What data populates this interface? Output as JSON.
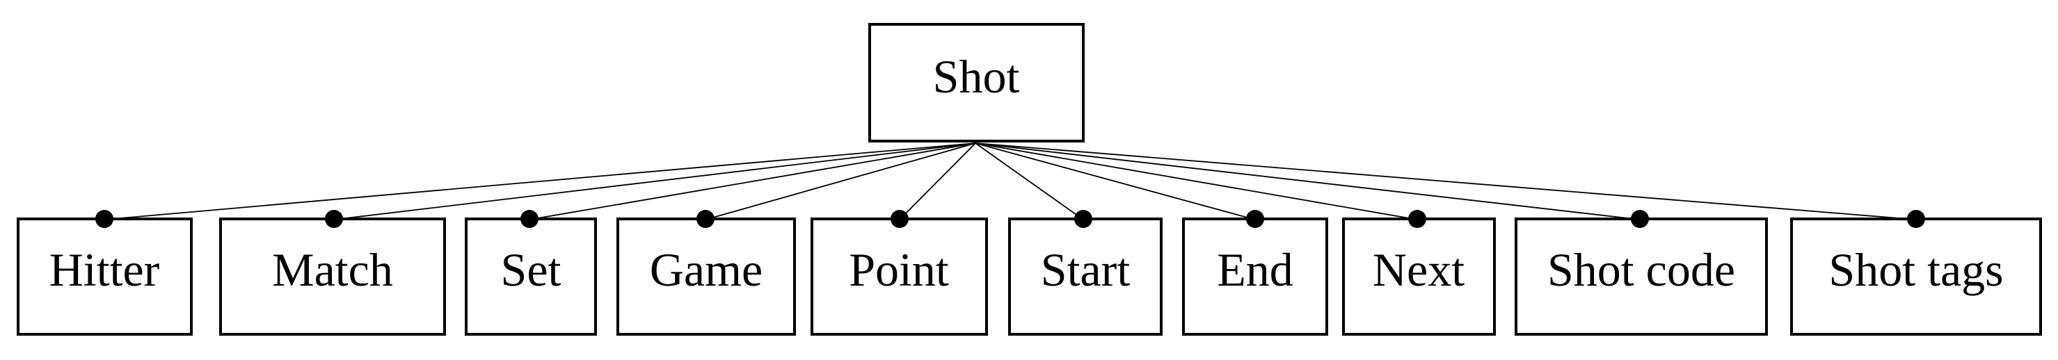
{
  "diagram": {
    "root": {
      "label": "Shot"
    },
    "children": [
      {
        "label": "Hitter"
      },
      {
        "label": "Match"
      },
      {
        "label": "Set"
      },
      {
        "label": "Game"
      },
      {
        "label": "Point"
      },
      {
        "label": "Start"
      },
      {
        "label": "End"
      },
      {
        "label": "Next"
      },
      {
        "label": "Shot code"
      },
      {
        "label": "Shot tags"
      }
    ]
  }
}
